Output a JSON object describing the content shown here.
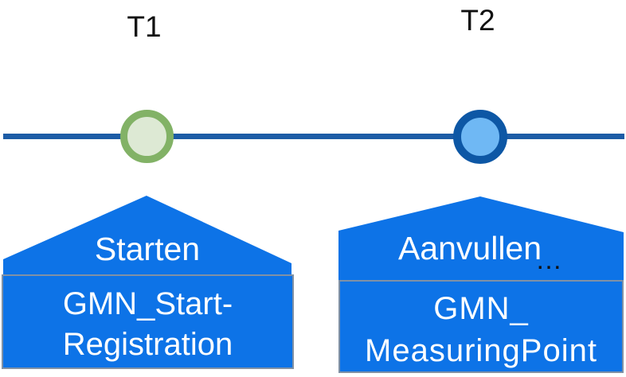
{
  "diagram": {
    "type": "timeline",
    "markers": [
      {
        "label": "T1",
        "circle": "green-circle"
      },
      {
        "label": "T2",
        "circle": "blue-circle"
      }
    ],
    "callouts": [
      {
        "marker": "T1",
        "action": "Starten",
        "entity_lines": [
          "GMN_Start-",
          "Registration"
        ]
      },
      {
        "marker": "T2",
        "action": "Aanvullen",
        "ellipsis": "…",
        "entity_lines": [
          "GMN_",
          "MeasuringPoint"
        ]
      }
    ]
  },
  "colors": {
    "callout_blue": "#0d73e7",
    "timeline_blue": "#1c5ca6",
    "box_border_gray": "#8091a5",
    "t1_border": "#82b266",
    "t1_fill": "#dde9d4",
    "t2_border": "#0d57a5",
    "t2_fill": "#6fb8f4",
    "text_dark": "#111111"
  }
}
